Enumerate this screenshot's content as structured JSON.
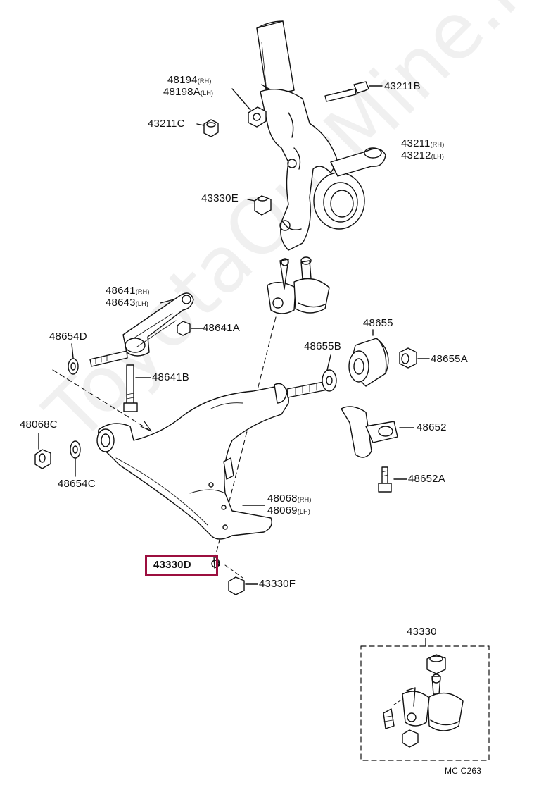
{
  "labels": {
    "p48194": {
      "code": "48194",
      "suffix": "(RH)"
    },
    "p48198A": {
      "code": "48198A",
      "suffix": "(LH)"
    },
    "p43211C": {
      "code": "43211C"
    },
    "p43211B": {
      "code": "43211B"
    },
    "p43211": {
      "code": "43211",
      "suffix": "(RH)"
    },
    "p43212": {
      "code": "43212",
      "suffix": "(LH)"
    },
    "p43330E": {
      "code": "43330E"
    },
    "p48641": {
      "code": "48641",
      "suffix": "(RH)"
    },
    "p48643": {
      "code": "48643",
      "suffix": "(LH)"
    },
    "p48641A": {
      "code": "48641A"
    },
    "p48654D": {
      "code": "48654D"
    },
    "p48641B": {
      "code": "48641B"
    },
    "p48655": {
      "code": "48655"
    },
    "p48655B": {
      "code": "48655B"
    },
    "p48655A": {
      "code": "48655A"
    },
    "p48068C": {
      "code": "48068C"
    },
    "p48654C": {
      "code": "48654C"
    },
    "p48652": {
      "code": "48652"
    },
    "p48652A": {
      "code": "48652A"
    },
    "p48068": {
      "code": "48068",
      "suffix": "(RH)"
    },
    "p48069": {
      "code": "48069",
      "suffix": "(LH)"
    },
    "p43330D": {
      "code": "43330D"
    },
    "p43330F": {
      "code": "43330F"
    },
    "p43330": {
      "code": "43330"
    }
  },
  "figure_code": "MC C263",
  "watermark": "ToyotaOurMine.ru",
  "highlight_color": "#9c0f3f"
}
